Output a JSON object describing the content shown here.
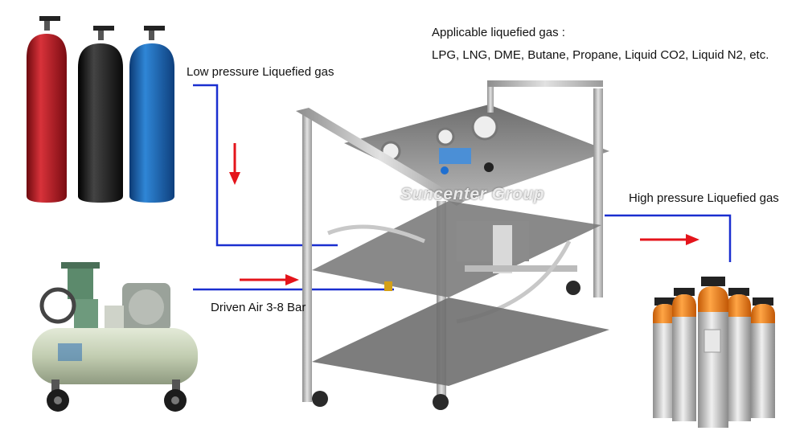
{
  "title": {
    "line1": "Applicable liquefied gas :",
    "line2": "LPG, LNG, DME, Butane, Propane, Liquid CO2, Liquid N2, etc."
  },
  "labels": {
    "low_pressure": "Low pressure Liquefied gas",
    "high_pressure": "High pressure Liquefied gas",
    "driven_air": "Driven Air 3-8 Bar"
  },
  "watermark": "Suncenter Group",
  "colors": {
    "connector": "#1a2fd0",
    "arrow": "#e4141b",
    "cylinder_red": "#b3141c",
    "cylinder_black": "#1b1b1b",
    "cylinder_blue": "#1a5fae",
    "compressor": "#c7d3b6",
    "motor_green": "#5c8a6c",
    "steel": "#c9c9c9",
    "orange_cap": "#f07a12",
    "aluminum": "#d7d7d7"
  },
  "icons": {
    "gas_cylinders_low": "gas-cylinders-icon",
    "air_compressor": "air-compressor-icon",
    "booster_station": "gas-booster-station-icon",
    "gas_cylinders_high": "gas-cylinders-icon"
  }
}
